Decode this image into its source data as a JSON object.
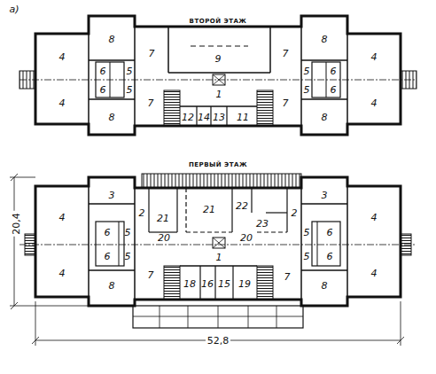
{
  "diagram": {
    "labels": [
      "а)",
      "ВТОРОЙ ЭТАЖ",
      "4",
      "4",
      "8",
      "8",
      "6",
      "6",
      "5",
      "5",
      "7",
      "7",
      "9",
      "1",
      "12",
      "14",
      "13",
      "11",
      "7",
      "7",
      "5",
      "5",
      "6",
      "6",
      "8",
      "8",
      "4",
      "4",
      "ПЕРВЫЙ ЭТАЖ",
      "3",
      "4",
      "4",
      "6",
      "6",
      "5",
      "5",
      "2",
      "21",
      "21",
      "22",
      "20",
      "20",
      "23",
      "2",
      "7",
      "7",
      "1",
      "18",
      "16",
      "15",
      "19",
      "8",
      "3",
      "5",
      "5",
      "6",
      "6",
      "4",
      "4",
      "8",
      "20,4",
      "52,8"
    ]
  }
}
